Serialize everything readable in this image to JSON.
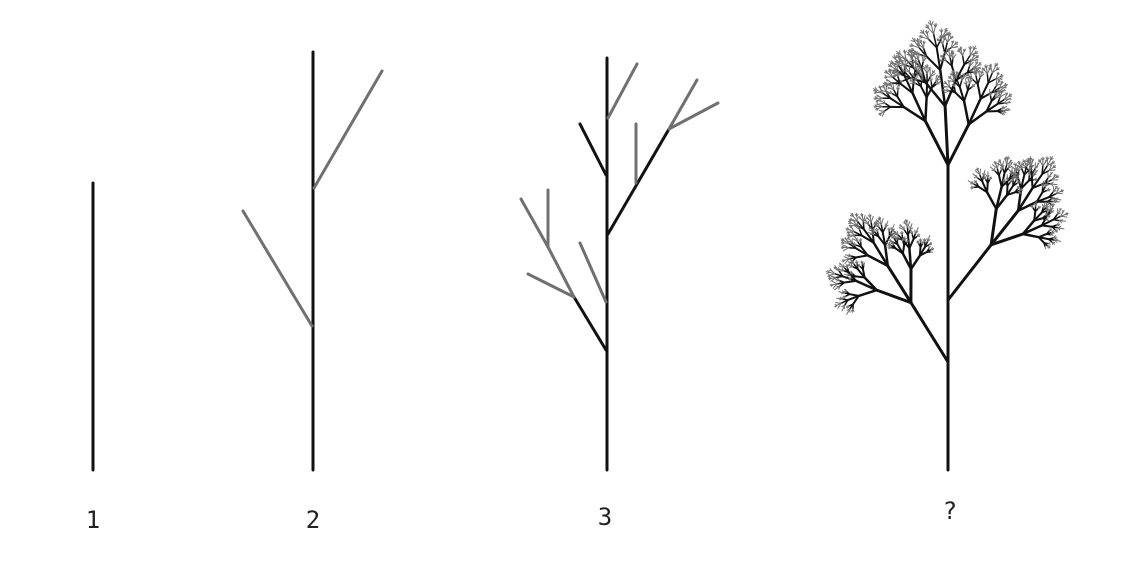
{
  "stages": [
    {
      "id": "stage-1",
      "label": "1"
    },
    {
      "id": "stage-2",
      "label": "2"
    },
    {
      "id": "stage-3",
      "label": "3"
    },
    {
      "id": "stage-question",
      "label": "?"
    }
  ],
  "colors": {
    "background": "#ffffff",
    "branch_dark": "#111111",
    "branch_gray": "#707070",
    "label": "#222222"
  }
}
